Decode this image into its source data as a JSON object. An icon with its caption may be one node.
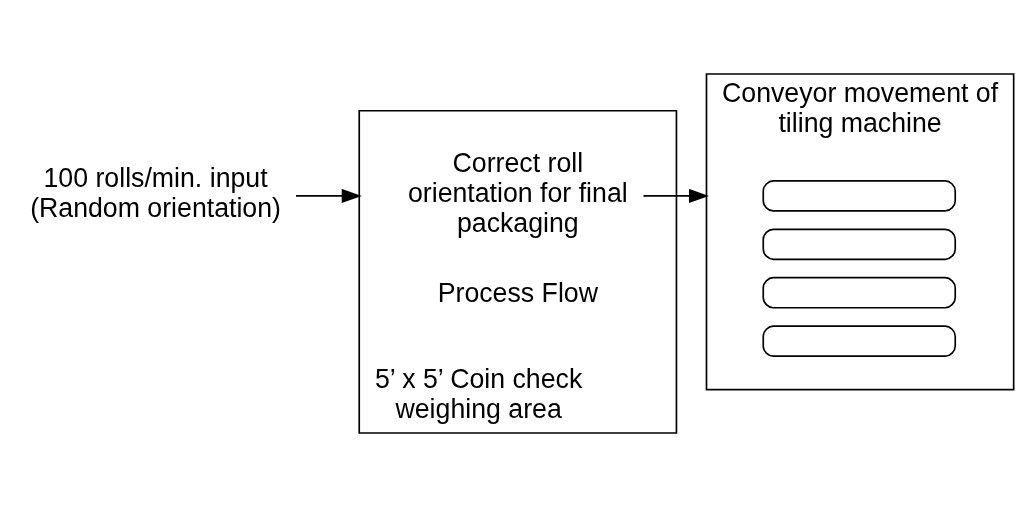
{
  "diagram": {
    "nodes": [
      {
        "text": [
          "100 rolls/min. input (Random orientation)"
        ]
      },
      {
        "text": [
          "5’ x 5’ Coin check weighing area"
        ]
      },
      {
        "text": [
          "Correct roll orientation for final packaging"
        ],
        "in": 1
      },
      {
        "text": [
          "Conveyor movement of tiling machine"
        ]
      },
      {
        "text": [],
        "shape": "box",
        "in": 3
      },
      {
        "text": [],
        "shape": "box",
        "in": 3
      },
      {
        "text": [],
        "shape": "box",
        "in": 3
      },
      {
        "text": [],
        "shape": "box",
        "in": 3
      }
    ],
    "edges": [
      {
        "from": 0,
        "to": 1,
        "arrow": "to"
      },
      {
        "from": 2,
        "to": 3,
        "arrow": "to"
      }
    ],
    "labels": [
      "Process Flow"
    ]
  }
}
